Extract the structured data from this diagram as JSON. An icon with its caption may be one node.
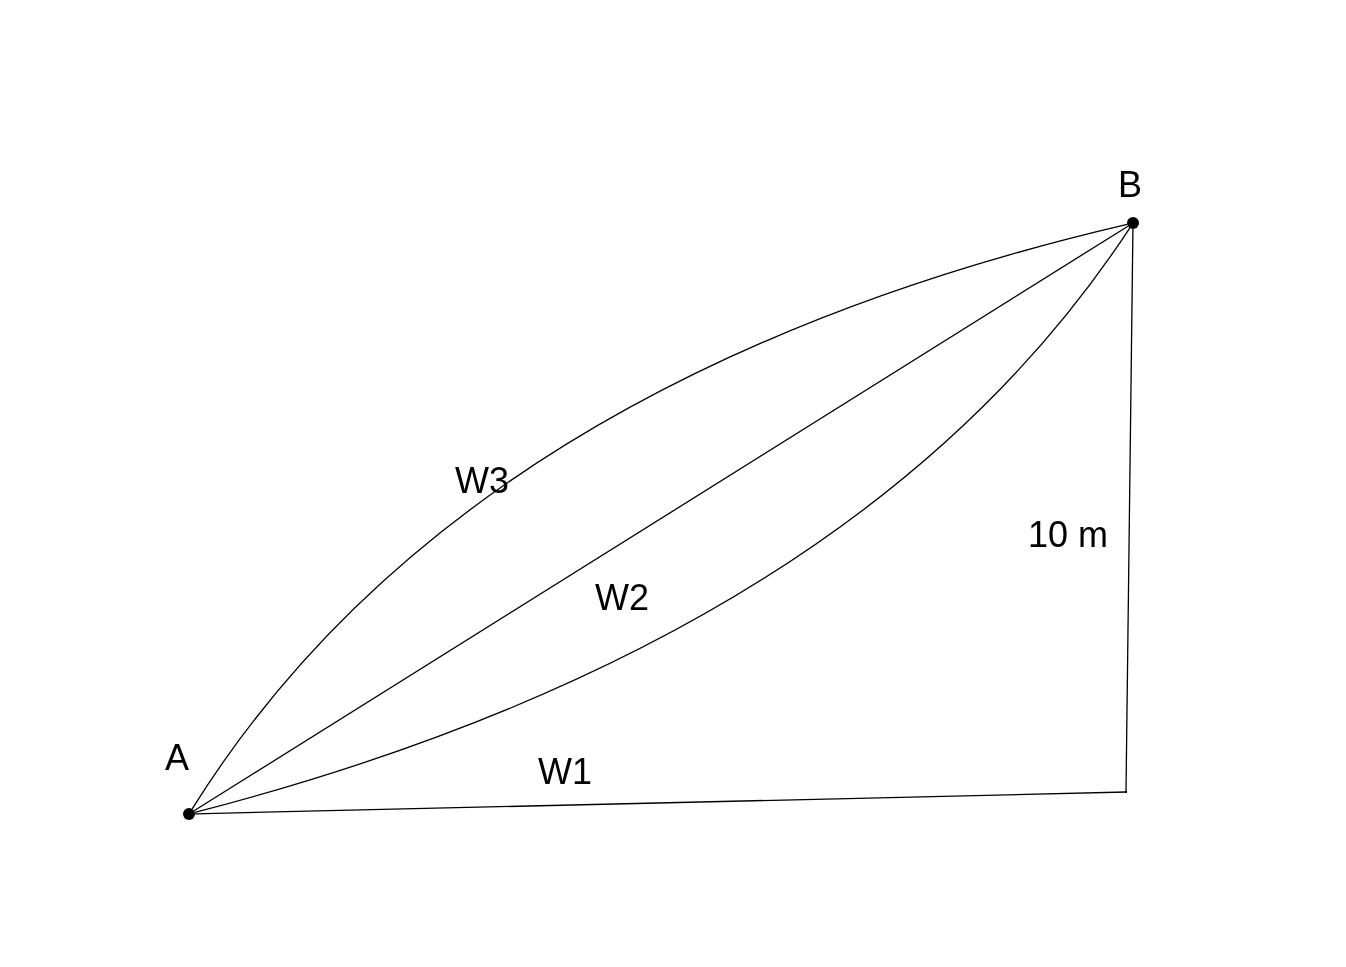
{
  "diagram": {
    "nodes": [
      {
        "text": [
          "A"
        ]
      },
      {
        "text": [
          "B"
        ]
      },
      {
        "text": [],
        "shape": "vertex"
      }
    ],
    "edges": [
      {
        "from": 0,
        "to": 1,
        "arrow": "none",
        "label": "W3"
      },
      {
        "from": 0,
        "to": 1,
        "arrow": "none",
        "label": "W2"
      },
      {
        "from": 0,
        "to": 1,
        "arrow": "none",
        "label": "W1"
      },
      {
        "from": 0,
        "to": 2,
        "arrow": "none"
      },
      {
        "from": 2,
        "to": 1,
        "arrow": "none",
        "label": "10 m"
      }
    ]
  }
}
